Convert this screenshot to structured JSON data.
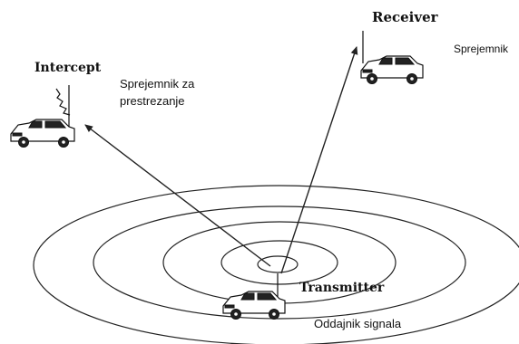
{
  "labels": {
    "receiver": "Receiver",
    "receiver_translation": "Sprejemnik",
    "intercept": "Intercept",
    "intercept_translation_line1": "Sprejemnik za",
    "intercept_translation_line2": "prestrezanje",
    "transmitter": "Transmitter",
    "transmitter_translation": "Oddajnik signala"
  },
  "nodes": [
    {
      "id": "intercept",
      "role": "intercept vehicle"
    },
    {
      "id": "receiver",
      "role": "receiver vehicle"
    },
    {
      "id": "transmitter",
      "role": "transmitter vehicle"
    }
  ],
  "edges": [
    {
      "from": "transmitter",
      "to": "receiver",
      "style": "arrow"
    },
    {
      "from": "transmitter",
      "to": "intercept",
      "style": "arrow"
    }
  ],
  "colors": {
    "ink": "#111111",
    "background": "#ffffff"
  }
}
